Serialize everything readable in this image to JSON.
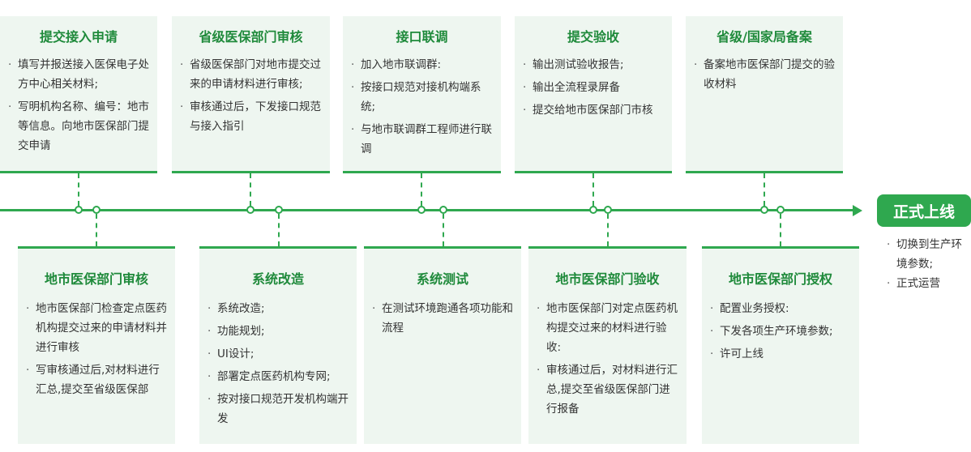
{
  "top_cards": [
    {
      "title": "提交接入申请",
      "items": [
        "填写并报送接入医保电子处方中心相关材料;",
        "写明机构名称、编号：地市等信息。向地市医保部门提交申请"
      ]
    },
    {
      "title": "省级医保部门审核",
      "items": [
        "省级医保部门对地市提交过来的申请材料进行审核;",
        "审核通过后，下发接口规范与接入指引"
      ]
    },
    {
      "title": "接口联调",
      "items": [
        "加入地市联调群:",
        "按接口规范对接机构端系统;",
        "与地市联调群工程师进行联调"
      ]
    },
    {
      "title": "提交验收",
      "items": [
        "输出测试验收报告;",
        "输出全流程录屏备",
        "提交给地市医保部门市核"
      ]
    },
    {
      "title": "省级/国家局备案",
      "items": [
        "备案地市医保部门提交的验收材料"
      ]
    }
  ],
  "bottom_cards": [
    {
      "title": "地市医保部门审核",
      "items": [
        "地市医保部门检查定点医药机构提交过来的申请材料并进行审核",
        "写审核通过后,对材料进行汇总,提交至省级医保部"
      ]
    },
    {
      "title": "系统改造",
      "items": [
        "系统改造;",
        "功能规划;",
        "UI设计;",
        "部署定点医药机构专网;",
        "按对接口规范开发机构端开发"
      ]
    },
    {
      "title": "系统测试",
      "items": [
        "在测试环境跑通各项功能和流程"
      ]
    },
    {
      "title": "地市医保部门验收",
      "items": [
        "地市医保部门对定点医药机构提交过来的材料进行验收:",
        "审核通过后，对材料进行汇总,提交至省级医保部门进行报备"
      ]
    },
    {
      "title": "地市医保部门授权",
      "items": [
        "配置业务授权:",
        "下发各项生产环境参数;",
        "许可上线"
      ]
    }
  ],
  "final": {
    "label": "正式上线",
    "items": [
      "切换到生产环境参数;",
      "正式运营"
    ]
  }
}
